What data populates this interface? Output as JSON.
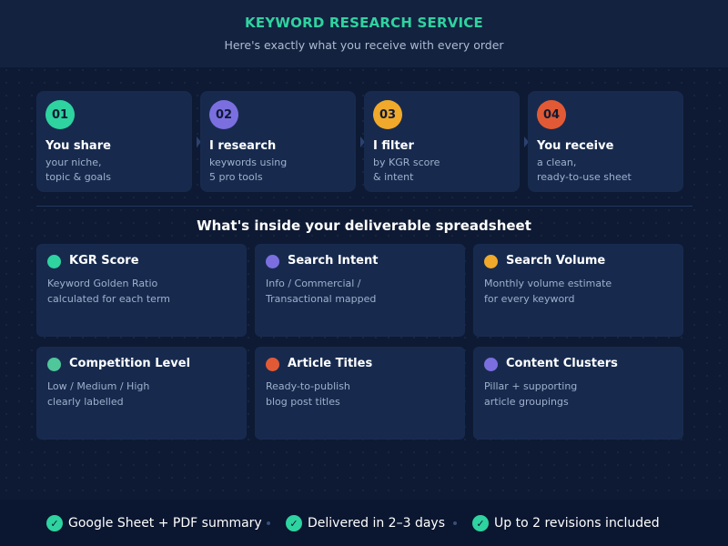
{
  "header": {
    "title": "KEYWORD RESEARCH SERVICE",
    "subtitle": "Here's exactly what you receive with every order"
  },
  "steps": [
    {
      "num": "01",
      "title": "You share",
      "desc": [
        "your niche,",
        "topic & goals"
      ],
      "color": "#2ed3a0"
    },
    {
      "num": "02",
      "title": "I research",
      "desc": [
        "keywords using",
        "5 pro tools"
      ],
      "color": "#7b6fe0"
    },
    {
      "num": "03",
      "title": "I filter",
      "desc": [
        "by KGR score",
        "& intent"
      ],
      "color": "#f0a92b"
    },
    {
      "num": "04",
      "title": "You receive",
      "desc": [
        "a clean,",
        "ready-to-use sheet"
      ],
      "color": "#e25a35"
    }
  ],
  "section": {
    "title": "What's inside your deliverable spreadsheet"
  },
  "features": [
    {
      "title": "KGR Score",
      "desc": [
        "Keyword Golden Ratio",
        "calculated for each term"
      ],
      "color": "#2ed3a0"
    },
    {
      "title": "Search Intent",
      "desc": [
        "Info / Commercial /",
        "Transactional mapped"
      ],
      "color": "#7b6fe0"
    },
    {
      "title": "Search Volume",
      "desc": [
        "Monthly volume estimate",
        "for every keyword"
      ],
      "color": "#f0a92b"
    },
    {
      "title": "Competition Level",
      "desc": [
        "Low / Medium / High",
        "clearly labelled"
      ],
      "color": "#4fc79a"
    },
    {
      "title": "Article Titles",
      "desc": [
        "Ready-to-publish",
        "blog post titles"
      ],
      "color": "#e25a35"
    },
    {
      "title": "Content Clusters",
      "desc": [
        "Pillar + supporting",
        "article groupings"
      ],
      "color": "#7b6fe0"
    }
  ],
  "footer": {
    "items": [
      {
        "text": "Google Sheet + PDF summary",
        "icon": "check-icon"
      },
      {
        "text": "Delivered in 2–3 days",
        "icon": "check-icon"
      },
      {
        "text": "Up to 2 revisions included",
        "icon": "check-icon"
      }
    ],
    "check_glyph": "✓"
  }
}
